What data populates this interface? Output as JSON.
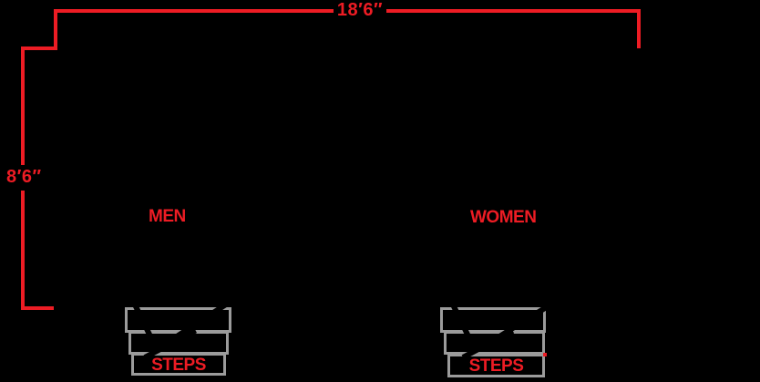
{
  "diagram": {
    "type": "floor-plan",
    "background": "#000000",
    "colors": {
      "dimension_red": "#ED1C24",
      "steps_gray": "#9B9B9B"
    },
    "dimensions": {
      "top_width_label": "18′6″",
      "left_height_label": "8′6″"
    },
    "rooms": [
      {
        "label": "MEN"
      },
      {
        "label": "WOMEN"
      }
    ],
    "stairs": [
      {
        "label": "STEPS",
        "tread_count": 3
      },
      {
        "label": "STEPS",
        "tread_count": 3
      }
    ]
  }
}
